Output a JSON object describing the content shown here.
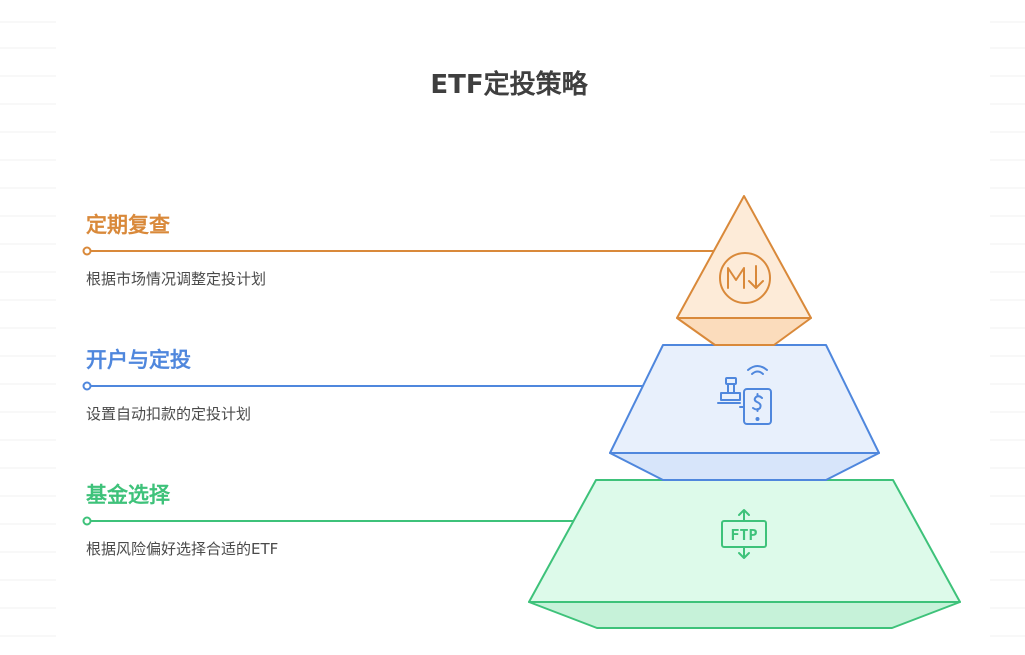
{
  "title": "ETF定投策略",
  "colors": {
    "orange": "#d9893a",
    "orange_fill": "#fdebd8",
    "blue": "#4f87dd",
    "blue_fill": "#e8f0fc",
    "green": "#3ec27a",
    "green_fill": "#ddfaea"
  },
  "levels": [
    {
      "heading": "定期复查",
      "description": "根据市场情况调整定投计划",
      "icon": "m-down-arrow-icon",
      "color": "orange"
    },
    {
      "heading": "开户与定投",
      "description": "设置自动扣款的定投计划",
      "icon": "mobile-payment-icon",
      "color": "blue"
    },
    {
      "heading": "基金选择",
      "description": "根据风险偏好选择合适的ETF",
      "icon": "ftp-transfer-icon",
      "color": "green"
    }
  ],
  "icon_text": {
    "ftp": "FTP"
  }
}
